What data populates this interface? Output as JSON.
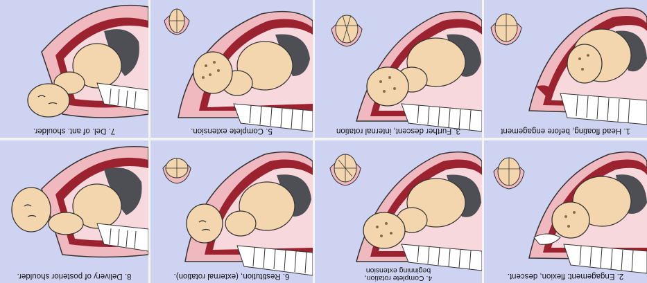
{
  "panels": [
    {
      "id": "p7",
      "caption": "7. Del. of ant. shoulder."
    },
    {
      "id": "p5",
      "caption": "5.  Complete extension."
    },
    {
      "id": "p3",
      "caption": "3.  Further descent, internal rotation"
    },
    {
      "id": "p1",
      "caption": "1.  Head floating, before engagement"
    },
    {
      "id": "p8",
      "caption": "8.  Delivery of posterior shoulder."
    },
    {
      "id": "p6",
      "caption": "6.  Restitution, (external rotation)."
    },
    {
      "id": "p4",
      "caption_line1": "4. Complete rotation,",
      "caption_line2": "beginning extension"
    },
    {
      "id": "p2",
      "caption": "2.  Engagement: flexion, descent."
    }
  ],
  "colors": {
    "background": "#cfd3f2",
    "uterus_wall": "#f0b8bf",
    "uterus_dark": "#9b2330",
    "fetus_skin": "#f3d6ad",
    "placenta": "#4d4f55",
    "pelvic_bone": "#e8e8ec"
  }
}
